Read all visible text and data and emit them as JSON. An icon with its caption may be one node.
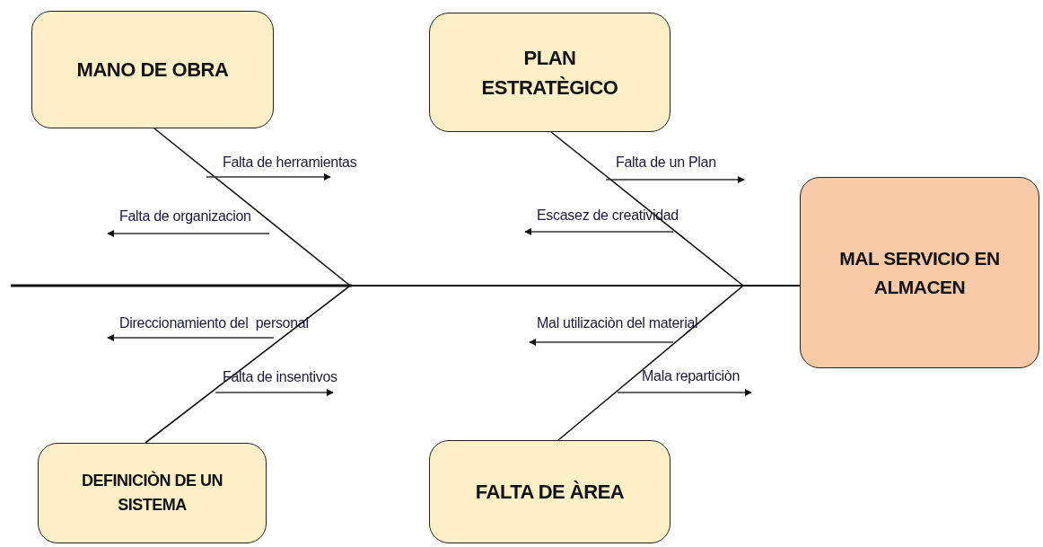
{
  "diagram": {
    "nodes": [
      {
        "text": [
          "MANO DE OBRA"
        ]
      },
      {
        "text": [
          "PLAN ESTRATÈGICO"
        ]
      },
      {
        "text": [
          "DEFINICIÒN DE UN SISTEMA"
        ]
      },
      {
        "text": [
          "FALTA DE ÀREA"
        ]
      },
      {
        "text": [
          "MAL SERVICIO EN ALMACEN"
        ]
      }
    ],
    "edges": [
      {
        "from": 0,
        "to": 4,
        "arrow": "none"
      },
      {
        "from": 1,
        "to": 4,
        "arrow": "none"
      },
      {
        "from": 2,
        "to": 4,
        "arrow": "none"
      },
      {
        "from": 3,
        "to": 4,
        "arrow": "none"
      }
    ],
    "labels": [
      "Falta de herramientas",
      "Falta de un Plan",
      "Falta de organizacion",
      "Escasez de creatividad",
      "Direccionamiento del  personal",
      "Mal utilizaciòn del material",
      "Falta de insentivos",
      "Mala reparticiòn"
    ]
  }
}
